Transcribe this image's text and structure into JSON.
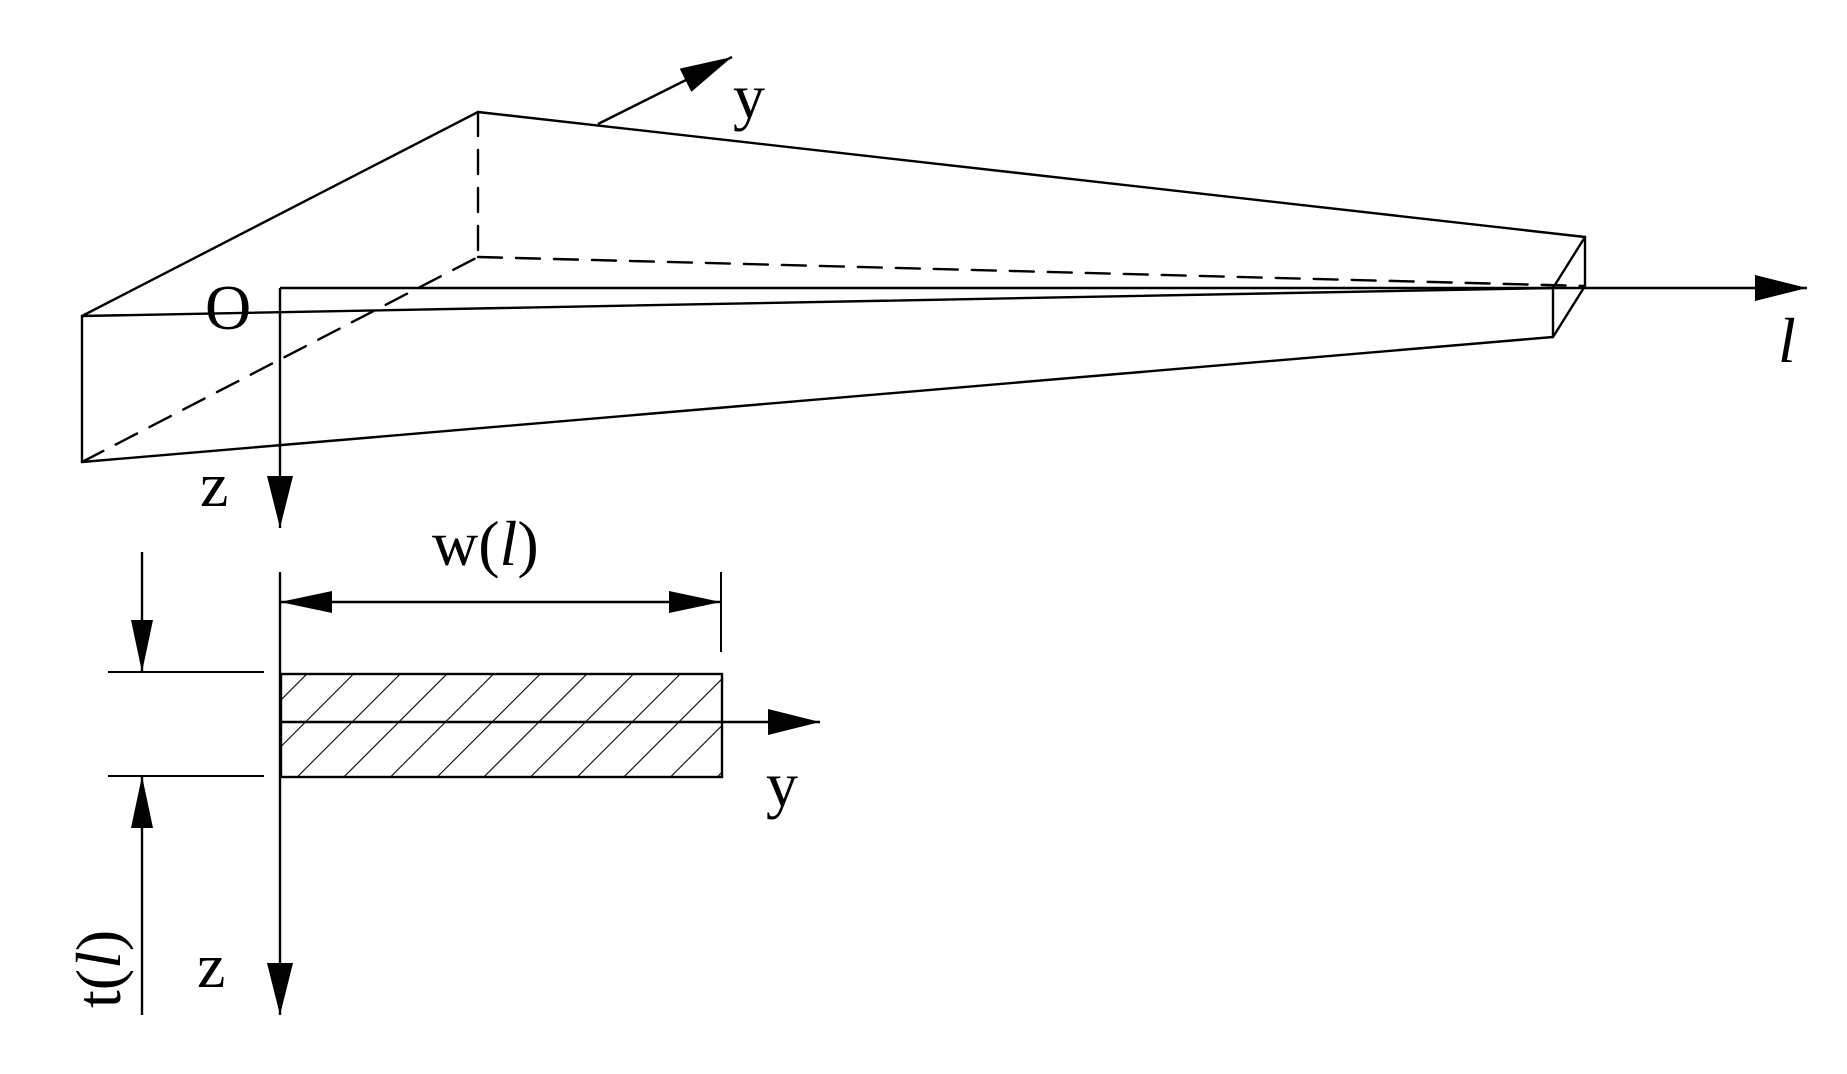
{
  "diagram": {
    "colors": {
      "stroke": "#000000",
      "background": "#ffffff"
    },
    "beam": {
      "origin_label": "O",
      "y_axis_label": "y",
      "z_axis_label": "z",
      "l_axis_label": "l"
    },
    "cross_section": {
      "width_label_prefix": "w(",
      "width_label_var": "l",
      "width_label_suffix": ")",
      "thickness_label_prefix": "t(",
      "thickness_label_var": "l",
      "thickness_label_suffix": ")",
      "y_axis_label": "y",
      "z_axis_label": "z"
    }
  }
}
